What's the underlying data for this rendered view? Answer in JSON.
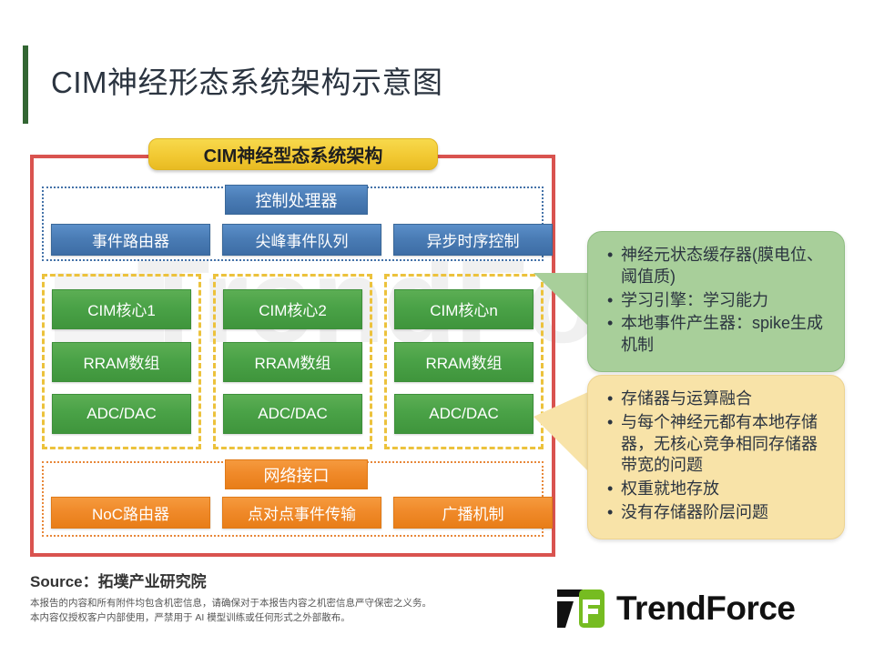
{
  "page": {
    "title": "CIM神经形态系统架构示意图",
    "accent_color": "#336633"
  },
  "diagram": {
    "panel_title": "CIM神经型态系统架构",
    "panel_border_color": "#d9534f",
    "sections": [
      {
        "id": "control",
        "head": "控制处理器",
        "color": "#4a7cb5",
        "items": [
          "事件路由器",
          "尖峰事件队列",
          "异步时序控制"
        ]
      },
      {
        "id": "network",
        "head": "网络接口",
        "color": "#f08a2a",
        "items": [
          "NoC路由器",
          "点对点事件传输",
          "广播机制"
        ]
      }
    ],
    "cores": {
      "border_color": "#ecc23c",
      "box_color": "#4aa247",
      "columns": [
        {
          "title": "CIM核心1",
          "rows": [
            "RRAM数组",
            "ADC/DAC"
          ]
        },
        {
          "title": "CIM核心2",
          "rows": [
            "RRAM数组",
            "ADC/DAC"
          ]
        },
        {
          "title": "CIM核心n",
          "rows": [
            "RRAM数组",
            "ADC/DAC"
          ]
        }
      ]
    },
    "callouts": [
      {
        "id": "neuron",
        "color": "#a8cf9a",
        "bullets": [
          "神经元状态缓存器(膜电位、阈值质)",
          "学习引擎：学习能力",
          "本地事件产生器：spike生成机制"
        ]
      },
      {
        "id": "memory",
        "color": "#f8e3a8",
        "bullets": [
          "存储器与运算融合",
          "与每个神经元都有本地存储器，无核心竞争相同存储器带宽的问题",
          "权重就地存放",
          "没有存储器阶层问题"
        ]
      }
    ]
  },
  "footer": {
    "source": "Source：拓墣产业研究院",
    "disclaimer_line1": "本报告的内容和所有附件均包含机密信息，请确保对于本报告内容之机密信息严守保密之义务。",
    "disclaimer_line2": "本内容仅授权客户内部使用，严禁用于 AI 模型训练或任何形式之外部散布。",
    "logo_text": "TrendForce",
    "logo_green": "#76bc21",
    "watermark": "TrendForce"
  }
}
